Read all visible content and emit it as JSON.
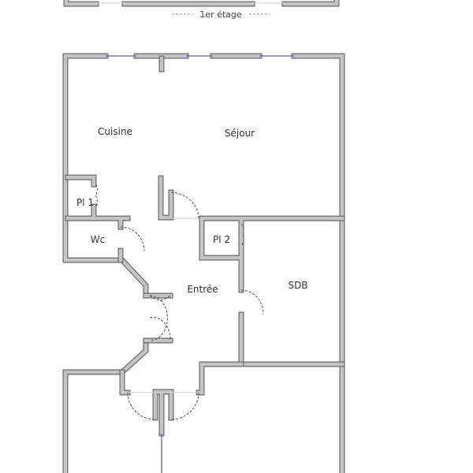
{
  "floor_label": "1er étage",
  "rooms": {
    "cuisine": "Cuisine",
    "sejour": "Séjour",
    "pl1": "Pl 1",
    "wc": "Wc",
    "pl2": "Pl 2",
    "entree": "Entrée",
    "sdb": "SDB"
  },
  "colors": {
    "wall_fill": "#c4c4c4",
    "wall_edge": "#6a6a6a",
    "window": "#5b5bc8"
  }
}
